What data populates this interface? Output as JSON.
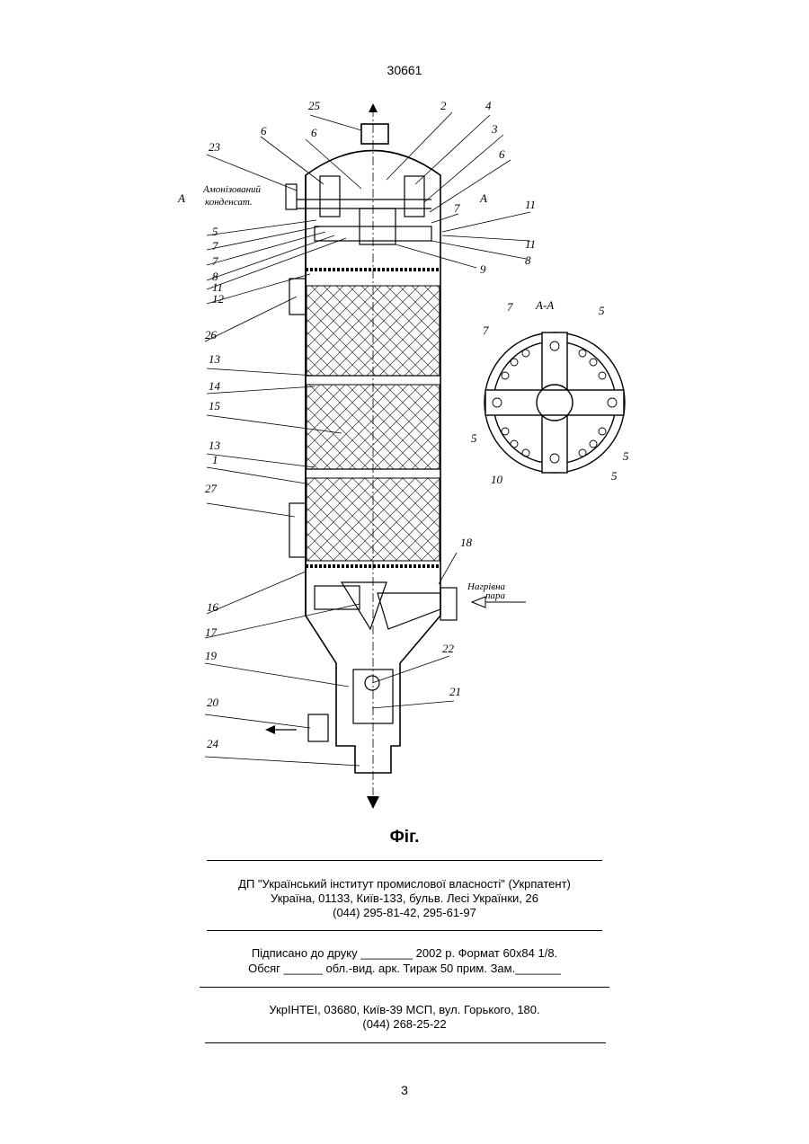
{
  "document_number": "30661",
  "figure": {
    "caption": "Фіг.",
    "section_title": "А-А",
    "section_mark": "А",
    "inlet_note_1": "Амонізований",
    "inlet_note_2": "конденсат.",
    "steam_note_1": "Нагрівна",
    "steam_note_2": "пара",
    "labels": [
      "25",
      "2",
      "4",
      "3",
      "6",
      "6",
      "6",
      "23",
      "7",
      "11",
      "11",
      "8",
      "9",
      "5",
      "7",
      "7",
      "8",
      "11",
      "12",
      "26",
      "13",
      "14",
      "15",
      "13",
      "1",
      "27",
      "18",
      "16",
      "17",
      "19",
      "22",
      "21",
      "20",
      "24",
      "7",
      "5",
      "7",
      "5",
      "5",
      "10",
      "5"
    ]
  },
  "publisher": {
    "line1": "ДП \"Український інститут промислової власності\" (Укрпатент)",
    "line2": "Україна, 01133, Київ-133, бульв. Лесі Українки, 26",
    "line3": "(044) 295-81-42, 295-61-97"
  },
  "print_info": {
    "line1": "Підписано до друку ________ 2002 р.    Формат 60х84 1/8.",
    "line2": "Обсяг ______ обл.-вид. арк.   Тираж 50 прим.    Зам._______"
  },
  "printer": {
    "line1": "УкрІНТЕІ, 03680, Київ-39 МСП, вул. Горького, 180.",
    "line2": "(044) 268-25-22"
  },
  "page_number": "3"
}
